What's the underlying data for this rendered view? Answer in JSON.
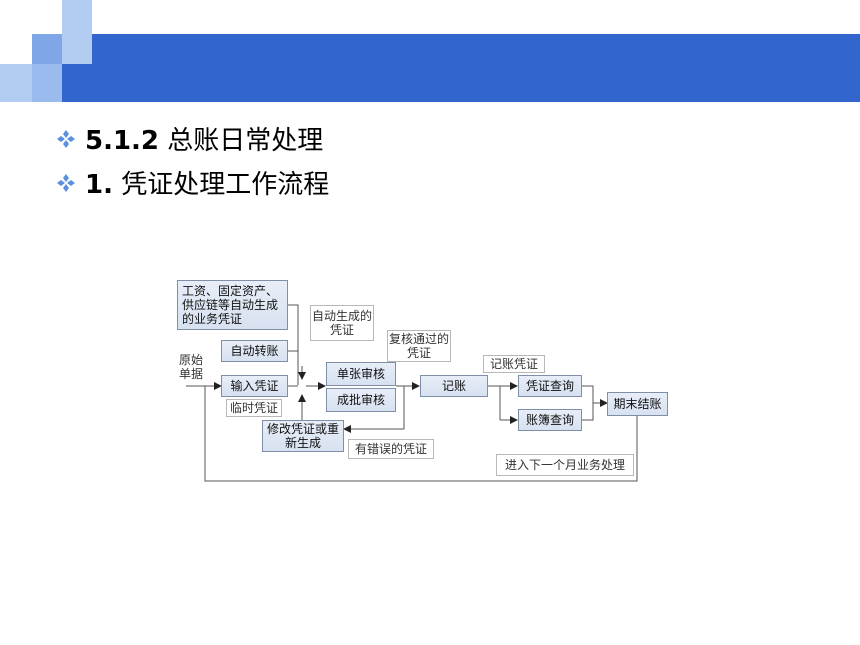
{
  "bullets": [
    {
      "number": "5.1.2",
      "text": "总账日常处理"
    },
    {
      "number": "1.",
      "text": "凭证处理工作流程"
    }
  ],
  "diagram": {
    "nodes": {
      "auto_sources": "工资、固定资产、供应链等自动生成的业务凭证",
      "auto_transfer": "自动转账",
      "input_voucher": "输入凭证",
      "modify_voucher": "修改凭证或重新生成",
      "single_review": "单张审核",
      "batch_review": "成批审核",
      "post": "记账",
      "voucher_query": "凭证查询",
      "ledger_query": "账簿查询",
      "period_close": "期末结账"
    },
    "labels": {
      "original_docs": "原始单据",
      "temp_voucher": "临时凭证",
      "auto_generated": "自动生成的凭证",
      "reviewed": "复核通过的凭证",
      "error_voucher": "有错误的凭证",
      "posted_voucher": "记账凭证",
      "next_month": "进入下一个月业务处理"
    }
  }
}
